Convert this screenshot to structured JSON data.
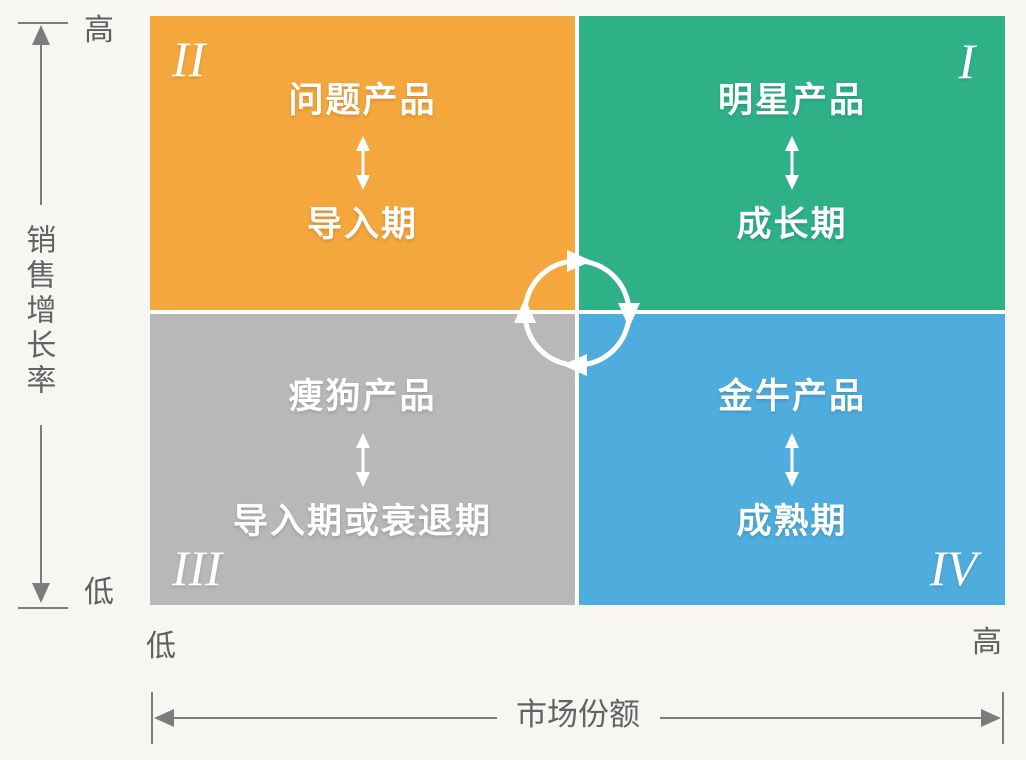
{
  "diagram": {
    "type": "bcg-growth-share-matrix",
    "y_axis": {
      "title": "销售增长率",
      "top_label": "高",
      "bottom_label": "低"
    },
    "x_axis": {
      "title": "市场份额",
      "left_label": "低",
      "right_label": "高"
    },
    "quadrants": [
      {
        "numeral": "II",
        "product": "问题产品",
        "stage": "导入期",
        "color": "#f4a73c",
        "position": "top-left"
      },
      {
        "numeral": "I",
        "product": "明星产品",
        "stage": "成长期",
        "color": "#2fb187",
        "position": "top-right"
      },
      {
        "numeral": "III",
        "product": "瘦狗产品",
        "stage": "导入期或衰退期",
        "color": "#b8b8b8",
        "position": "bottom-left"
      },
      {
        "numeral": "IV",
        "product": "金牛产品",
        "stage": "成熟期",
        "color": "#4fable",
        "position": "bottom-right"
      }
    ],
    "icons": {
      "center": "cycle-arrows-icon",
      "between_labels": "up-down-arrow-icon"
    },
    "colors": {
      "background": "#f7f6f2",
      "divider": "#ffffff",
      "axis": "#7c7c7c",
      "axis_text": "#5f5f5f",
      "quadrant_text": "#ffffff",
      "q2_orange": "#f4a73c",
      "q1_green": "#2fb187",
      "q3_gray": "#b8b8b8",
      "q4_blue": "#4fadde"
    }
  }
}
